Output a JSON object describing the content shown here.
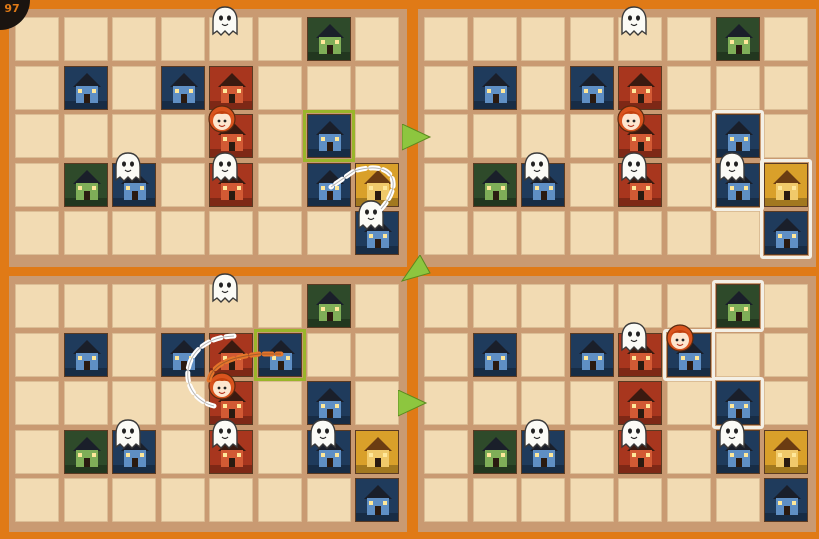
{
  "puzzle": {
    "number_label": "97"
  },
  "colors": {
    "frame": "#e07a16",
    "board": "#c99a72",
    "cell": "#f2dbb3",
    "blue_house": "#1f3b5c",
    "green_house": "#2e4a2a",
    "red_house": "#a8361e",
    "yellow_house": "#d9a02a",
    "highlight_green": "#9ab52a",
    "highlight_white": "#f4f0e6",
    "arrow": "#8dc63f"
  },
  "icons": {
    "ghost": "ghost-icon",
    "girl": "girl-icon",
    "house": "house-icon",
    "next_arrow": "triangle-arrow-icon"
  },
  "panels": [
    {
      "name": "step-1",
      "houses": [
        {
          "row": 0,
          "col": 6,
          "color": "green"
        },
        {
          "row": 1,
          "col": 1,
          "color": "blue"
        },
        {
          "row": 1,
          "col": 3,
          "color": "blue"
        },
        {
          "row": 1,
          "col": 4,
          "color": "red"
        },
        {
          "row": 2,
          "col": 4,
          "color": "red"
        },
        {
          "row": 2,
          "col": 6,
          "color": "blue"
        },
        {
          "row": 3,
          "col": 1,
          "color": "green"
        },
        {
          "row": 3,
          "col": 2,
          "color": "blue"
        },
        {
          "row": 3,
          "col": 4,
          "color": "red"
        },
        {
          "row": 3,
          "col": 6,
          "color": "blue"
        },
        {
          "row": 3,
          "col": 7,
          "color": "yellow"
        },
        {
          "row": 4,
          "col": 7,
          "color": "blue"
        }
      ],
      "ghosts": [
        {
          "row": 0,
          "col": 4
        },
        {
          "row": 3,
          "col": 2
        },
        {
          "row": 3,
          "col": 4
        },
        {
          "row": 4,
          "col": 7
        }
      ],
      "girl": {
        "row": 2,
        "col": 4
      },
      "highlights": [
        {
          "row": 2,
          "col": 6,
          "w": 1,
          "h": 1,
          "style": "green"
        }
      ]
    },
    {
      "name": "step-2",
      "houses": [
        {
          "row": 0,
          "col": 6,
          "color": "green"
        },
        {
          "row": 1,
          "col": 1,
          "color": "blue"
        },
        {
          "row": 1,
          "col": 3,
          "color": "blue"
        },
        {
          "row": 1,
          "col": 4,
          "color": "red"
        },
        {
          "row": 2,
          "col": 4,
          "color": "red"
        },
        {
          "row": 2,
          "col": 6,
          "color": "blue"
        },
        {
          "row": 3,
          "col": 1,
          "color": "green"
        },
        {
          "row": 3,
          "col": 2,
          "color": "blue"
        },
        {
          "row": 3,
          "col": 4,
          "color": "red"
        },
        {
          "row": 3,
          "col": 6,
          "color": "blue"
        },
        {
          "row": 3,
          "col": 7,
          "color": "yellow"
        },
        {
          "row": 4,
          "col": 7,
          "color": "blue"
        }
      ],
      "ghosts": [
        {
          "row": 0,
          "col": 4
        },
        {
          "row": 3,
          "col": 2
        },
        {
          "row": 3,
          "col": 4
        },
        {
          "row": 3,
          "col": 6
        }
      ],
      "girl": {
        "row": 2,
        "col": 4
      },
      "highlights": [
        {
          "row": 2,
          "col": 6,
          "w": 1,
          "h": 2,
          "style": "white"
        },
        {
          "row": 3,
          "col": 7,
          "w": 1,
          "h": 2,
          "style": "white"
        }
      ]
    },
    {
      "name": "step-3",
      "houses": [
        {
          "row": 0,
          "col": 6,
          "color": "green"
        },
        {
          "row": 1,
          "col": 1,
          "color": "blue"
        },
        {
          "row": 1,
          "col": 3,
          "color": "blue"
        },
        {
          "row": 1,
          "col": 4,
          "color": "red"
        },
        {
          "row": 1,
          "col": 5,
          "color": "blue"
        },
        {
          "row": 2,
          "col": 4,
          "color": "red"
        },
        {
          "row": 2,
          "col": 6,
          "color": "blue"
        },
        {
          "row": 3,
          "col": 1,
          "color": "green"
        },
        {
          "row": 3,
          "col": 2,
          "color": "blue"
        },
        {
          "row": 3,
          "col": 4,
          "color": "red"
        },
        {
          "row": 3,
          "col": 6,
          "color": "blue"
        },
        {
          "row": 3,
          "col": 7,
          "color": "yellow"
        },
        {
          "row": 4,
          "col": 7,
          "color": "blue"
        }
      ],
      "ghosts": [
        {
          "row": 0,
          "col": 4
        },
        {
          "row": 3,
          "col": 2
        },
        {
          "row": 3,
          "col": 4
        },
        {
          "row": 3,
          "col": 6
        }
      ],
      "girl": {
        "row": 2,
        "col": 4
      },
      "highlights": [
        {
          "row": 1,
          "col": 5,
          "w": 1,
          "h": 1,
          "style": "green"
        }
      ]
    },
    {
      "name": "step-4",
      "houses": [
        {
          "row": 0,
          "col": 6,
          "color": "green"
        },
        {
          "row": 1,
          "col": 1,
          "color": "blue"
        },
        {
          "row": 1,
          "col": 3,
          "color": "blue"
        },
        {
          "row": 1,
          "col": 4,
          "color": "red"
        },
        {
          "row": 1,
          "col": 5,
          "color": "blue"
        },
        {
          "row": 2,
          "col": 4,
          "color": "red"
        },
        {
          "row": 2,
          "col": 6,
          "color": "blue"
        },
        {
          "row": 3,
          "col": 1,
          "color": "green"
        },
        {
          "row": 3,
          "col": 2,
          "color": "blue"
        },
        {
          "row": 3,
          "col": 4,
          "color": "red"
        },
        {
          "row": 3,
          "col": 6,
          "color": "blue"
        },
        {
          "row": 3,
          "col": 7,
          "color": "yellow"
        },
        {
          "row": 4,
          "col": 7,
          "color": "blue"
        }
      ],
      "ghosts": [
        {
          "row": 1,
          "col": 4
        },
        {
          "row": 3,
          "col": 2
        },
        {
          "row": 3,
          "col": 4
        },
        {
          "row": 3,
          "col": 6
        }
      ],
      "girl": {
        "row": 1,
        "col": 5
      },
      "highlights": [
        {
          "row": 0,
          "col": 6,
          "w": 1,
          "h": 1,
          "style": "white"
        },
        {
          "row": 1,
          "col": 5,
          "w": 1,
          "h": 1,
          "style": "white"
        },
        {
          "row": 2,
          "col": 6,
          "w": 1,
          "h": 1,
          "style": "white"
        }
      ]
    }
  ]
}
